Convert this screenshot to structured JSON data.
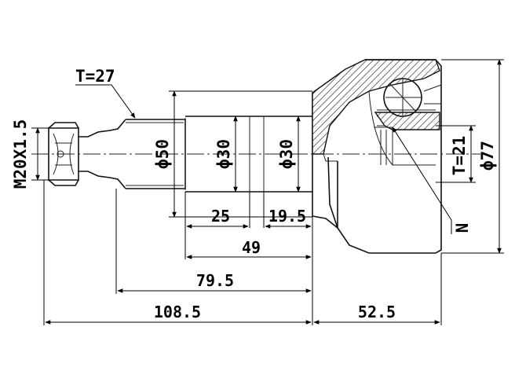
{
  "labels": {
    "thread_spec": "M20X1.5",
    "spline_outer": "T=27",
    "dia_shaft": "ϕ50",
    "dia_mid1": "ϕ30",
    "dia_mid2": "ϕ30",
    "spline_inner": "T=21",
    "dia_housing": "ϕ77",
    "abs_mark": "N",
    "len_25": "25",
    "len_19_5": "19.5",
    "len_49": "49",
    "len_79_5": "79.5",
    "len_108_5": "108.5",
    "len_52_5": "52.5"
  }
}
